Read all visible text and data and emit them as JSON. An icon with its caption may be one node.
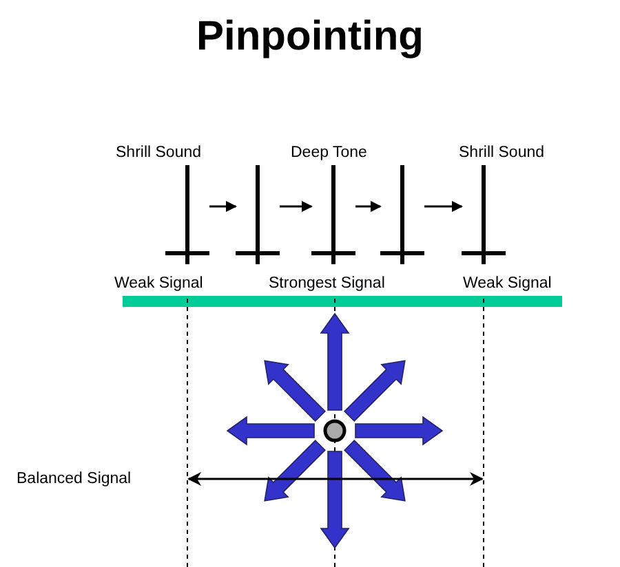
{
  "diagram": {
    "title": "Pinpointing",
    "nodes": [
      {
        "text": [],
        "shape": "picture"
      },
      {
        "text": [],
        "shape": "picture"
      },
      {
        "text": [],
        "shape": "picture"
      },
      {
        "text": [],
        "shape": "picture"
      },
      {
        "text": [],
        "shape": "picture"
      }
    ],
    "edges": [
      {
        "from": 0,
        "to": 1,
        "arrow": "to"
      },
      {
        "from": 1,
        "to": 2,
        "arrow": "to"
      },
      {
        "from": 2,
        "to": 3,
        "arrow": "to"
      },
      {
        "from": 3,
        "to": 4,
        "arrow": "to"
      }
    ],
    "labels": [
      "Shrill Sound",
      "Deep Tone",
      "Shrill Sound",
      "Weak Signal",
      "Strongest Signal",
      "Weak Signal",
      "Balanced Signal"
    ]
  }
}
